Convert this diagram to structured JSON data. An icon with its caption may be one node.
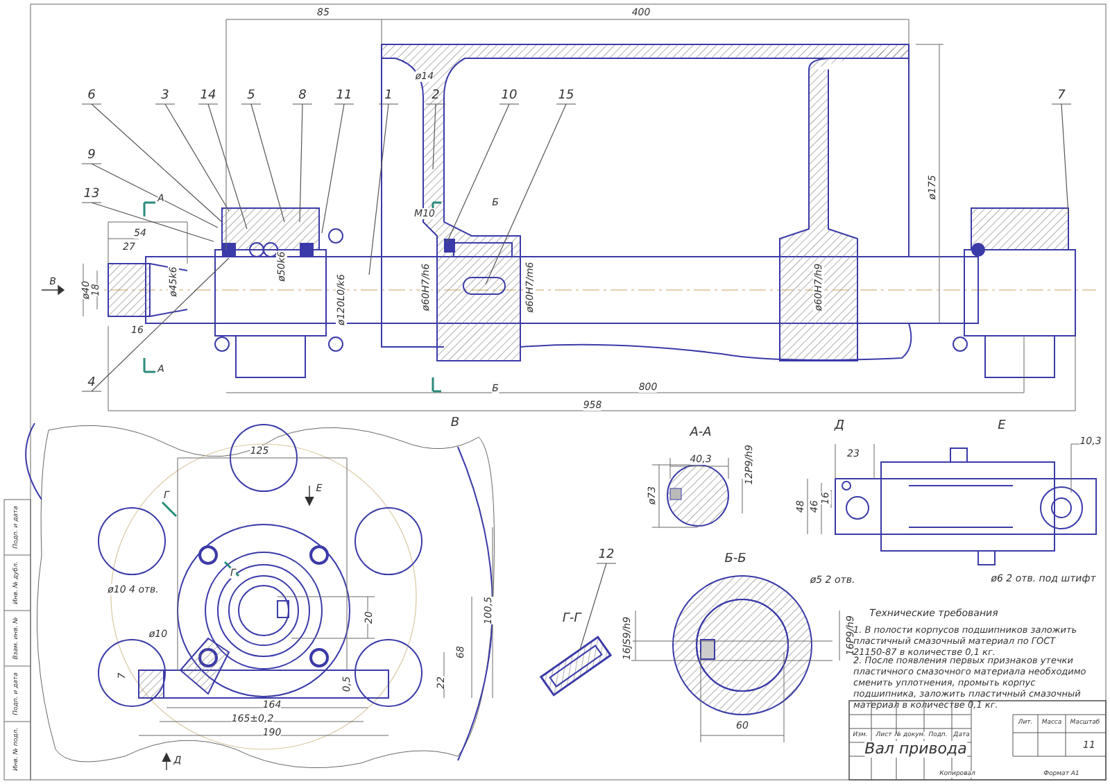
{
  "diagram": {
    "nodes": [
      {
        "text": [
          "6"
        ]
      },
      {
        "text": [
          "3"
        ]
      },
      {
        "text": [
          "14"
        ]
      },
      {
        "text": [
          "5"
        ]
      },
      {
        "text": [
          "8"
        ]
      },
      {
        "text": [
          "11"
        ]
      },
      {
        "text": [
          "1"
        ]
      },
      {
        "text": [
          "2"
        ]
      },
      {
        "text": [
          "10"
        ]
      },
      {
        "text": [
          "15"
        ]
      },
      {
        "text": [
          "7"
        ]
      },
      {
        "text": [
          "9"
        ]
      },
      {
        "text": [
          "13"
        ]
      },
      {
        "text": [
          "4"
        ]
      },
      {
        "text": [
          "12"
        ]
      }
    ],
    "edges": [
      {
        "from": 0,
        "to": null,
        "arrow": "none"
      },
      {
        "from": 1,
        "to": null,
        "arrow": "none"
      },
      {
        "from": 2,
        "to": null,
        "arrow": "none"
      },
      {
        "from": 3,
        "to": null,
        "arrow": "none"
      },
      {
        "from": 4,
        "to": null,
        "arrow": "none"
      },
      {
        "from": 5,
        "to": null,
        "arrow": "none"
      },
      {
        "from": 6,
        "to": null,
        "arrow": "none"
      },
      {
        "from": 7,
        "to": null,
        "arrow": "none"
      },
      {
        "from": 8,
        "to": null,
        "arrow": "none"
      },
      {
        "from": 9,
        "to": null,
        "arrow": "none"
      },
      {
        "from": 10,
        "to": null,
        "arrow": "none"
      },
      {
        "from": 11,
        "to": null,
        "arrow": "none"
      },
      {
        "from": 12,
        "to": null,
        "arrow": "none"
      },
      {
        "from": 13,
        "to": null,
        "arrow": "none"
      },
      {
        "from": 14,
        "to": null,
        "arrow": "none"
      }
    ],
    "labels": [
      "85",
      "400",
      "ø14",
      "А",
      "Б",
      "М10",
      "54",
      "27",
      "В",
      "ø40",
      "18",
      "ø45k6",
      "ø120L0/k6",
      "ø50k6",
      "16",
      "ø60H7/h6",
      "ø60H7/m6",
      "ø60H7/h9",
      "ø175",
      "А",
      "Б",
      "800",
      "958",
      "В",
      "125",
      "Е",
      "Г",
      "Г",
      "ø10 4 отв.",
      "ø10",
      "7",
      "20",
      "68",
      "100,5",
      "0,5",
      "22",
      "164",
      "165±0,2",
      "190",
      "Д",
      "Г-Г",
      "А-А",
      "40,3",
      "ø73",
      "12Р9/h9",
      "Д",
      "Е",
      "23",
      "10,3",
      "48",
      "46",
      "16",
      "ø5 2 отв.",
      "ø6 2 отв. под штифт",
      "Б-Б",
      "16JS9/h9",
      "16Р9/h9",
      "60",
      "Технические требования",
      "1. В полости корпусов подшипников заложить пластичный смазочный материал по ГОСТ 21150-87 в количестве 0,1 кг.",
      "2. После появления первых признаков утечки пластичного смазочного материала необходимо сменить уплотнения, промыть корпус подшипника, заложить пластичный смазочный материал в количестве 0,1 кг.",
      "Изм.",
      "Лист",
      "№ докум.",
      "Подп.",
      "Дата",
      "Вал привода",
      "Лит.",
      "Масса",
      "Масштаб",
      "11",
      "Копировал",
      "Формат А1",
      "Инв. № подл.",
      "Подп. и дата",
      "Взам. инв. №",
      "Инв. № дубл.",
      "Подп. и дата"
    ]
  }
}
